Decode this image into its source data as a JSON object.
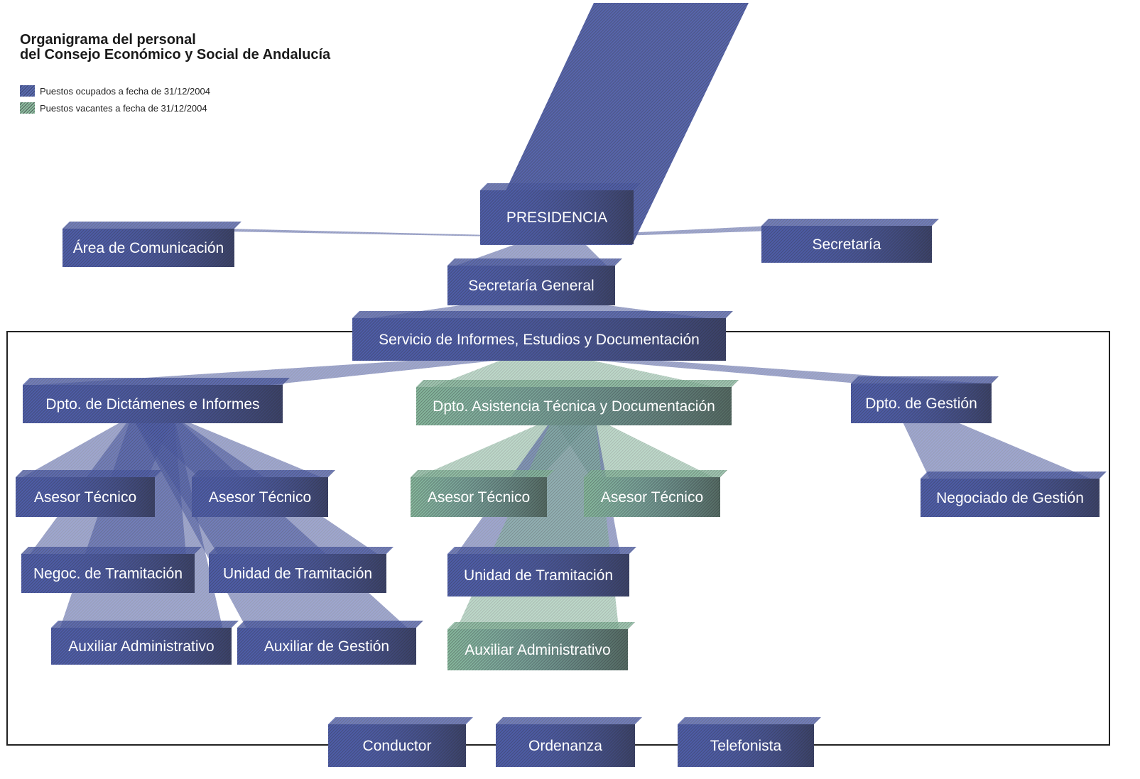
{
  "title_lines": [
    "Organigrama del personal",
    "del Consejo Económico y Social de Andalucía"
  ],
  "legend": [
    {
      "label": "Puestos ocupados a fecha de 31/12/2004",
      "status": "occupied"
    },
    {
      "label": "Puestos vacantes a fecha de 31/12/2004",
      "status": "vacant"
    }
  ],
  "colors": {
    "occupied": "#4e5da8",
    "occupied_dark": "#3a3d55",
    "vacant": "#86b89c",
    "vacant_dark": "#4b5650",
    "frame": "#222222"
  },
  "nodes": [
    {
      "id": "presidencia",
      "label": "PRESIDENCIA",
      "status": "occupied"
    },
    {
      "id": "comunicacion",
      "label": "Área de Comunicación",
      "status": "occupied"
    },
    {
      "id": "secretaria",
      "label": "Secretaría",
      "status": "occupied"
    },
    {
      "id": "sec_general",
      "label": "Secretaría General",
      "status": "occupied"
    },
    {
      "id": "servicio",
      "label": "Servicio de Informes, Estudios y Documentación",
      "status": "occupied"
    },
    {
      "id": "dpto_dict",
      "label": "Dpto. de Dictámenes e Informes",
      "status": "occupied"
    },
    {
      "id": "dpto_asist",
      "label": "Dpto. Asistencia Técnica y Documentación",
      "status": "vacant"
    },
    {
      "id": "dpto_gest",
      "label": "Dpto. de Gestión",
      "status": "occupied"
    },
    {
      "id": "asesor1",
      "label": "Asesor Técnico",
      "status": "occupied"
    },
    {
      "id": "asesor2",
      "label": "Asesor Técnico",
      "status": "occupied"
    },
    {
      "id": "asesor3",
      "label": "Asesor Técnico",
      "status": "vacant"
    },
    {
      "id": "asesor4",
      "label": "Asesor Técnico",
      "status": "vacant"
    },
    {
      "id": "negociado_gest",
      "label": "Negociado de Gestión",
      "status": "occupied"
    },
    {
      "id": "negoc_tram",
      "label": "Negoc. de Tramitación",
      "status": "occupied"
    },
    {
      "id": "unidad_tram1",
      "label": "Unidad de Tramitación",
      "status": "occupied"
    },
    {
      "id": "unidad_tram2",
      "label": "Unidad de Tramitación",
      "status": "occupied"
    },
    {
      "id": "aux_admin1",
      "label": "Auxiliar Administrativo",
      "status": "occupied"
    },
    {
      "id": "aux_gest",
      "label": "Auxiliar de Gestión",
      "status": "occupied"
    },
    {
      "id": "aux_admin2",
      "label": "Auxiliar Administrativo",
      "status": "vacant"
    },
    {
      "id": "conductor",
      "label": "Conductor",
      "status": "occupied"
    },
    {
      "id": "ordenanza",
      "label": "Ordenanza",
      "status": "occupied"
    },
    {
      "id": "telefonista",
      "label": "Telefonista",
      "status": "occupied"
    }
  ],
  "edges": [
    {
      "from": "presidencia",
      "to": "comunicacion"
    },
    {
      "from": "presidencia",
      "to": "secretaria"
    },
    {
      "from": "presidencia",
      "to": "sec_general"
    },
    {
      "from": "sec_general",
      "to": "servicio"
    },
    {
      "from": "servicio",
      "to": "dpto_dict"
    },
    {
      "from": "servicio",
      "to": "dpto_asist"
    },
    {
      "from": "servicio",
      "to": "dpto_gest"
    },
    {
      "from": "dpto_dict",
      "to": "asesor1"
    },
    {
      "from": "dpto_dict",
      "to": "asesor2"
    },
    {
      "from": "dpto_dict",
      "to": "negoc_tram"
    },
    {
      "from": "dpto_dict",
      "to": "unidad_tram1"
    },
    {
      "from": "dpto_dict",
      "to": "aux_admin1"
    },
    {
      "from": "dpto_dict",
      "to": "aux_gest"
    },
    {
      "from": "dpto_asist",
      "to": "asesor3"
    },
    {
      "from": "dpto_asist",
      "to": "asesor4"
    },
    {
      "from": "dpto_asist",
      "to": "unidad_tram2"
    },
    {
      "from": "dpto_asist",
      "to": "aux_admin2"
    },
    {
      "from": "dpto_gest",
      "to": "negociado_gest"
    }
  ]
}
